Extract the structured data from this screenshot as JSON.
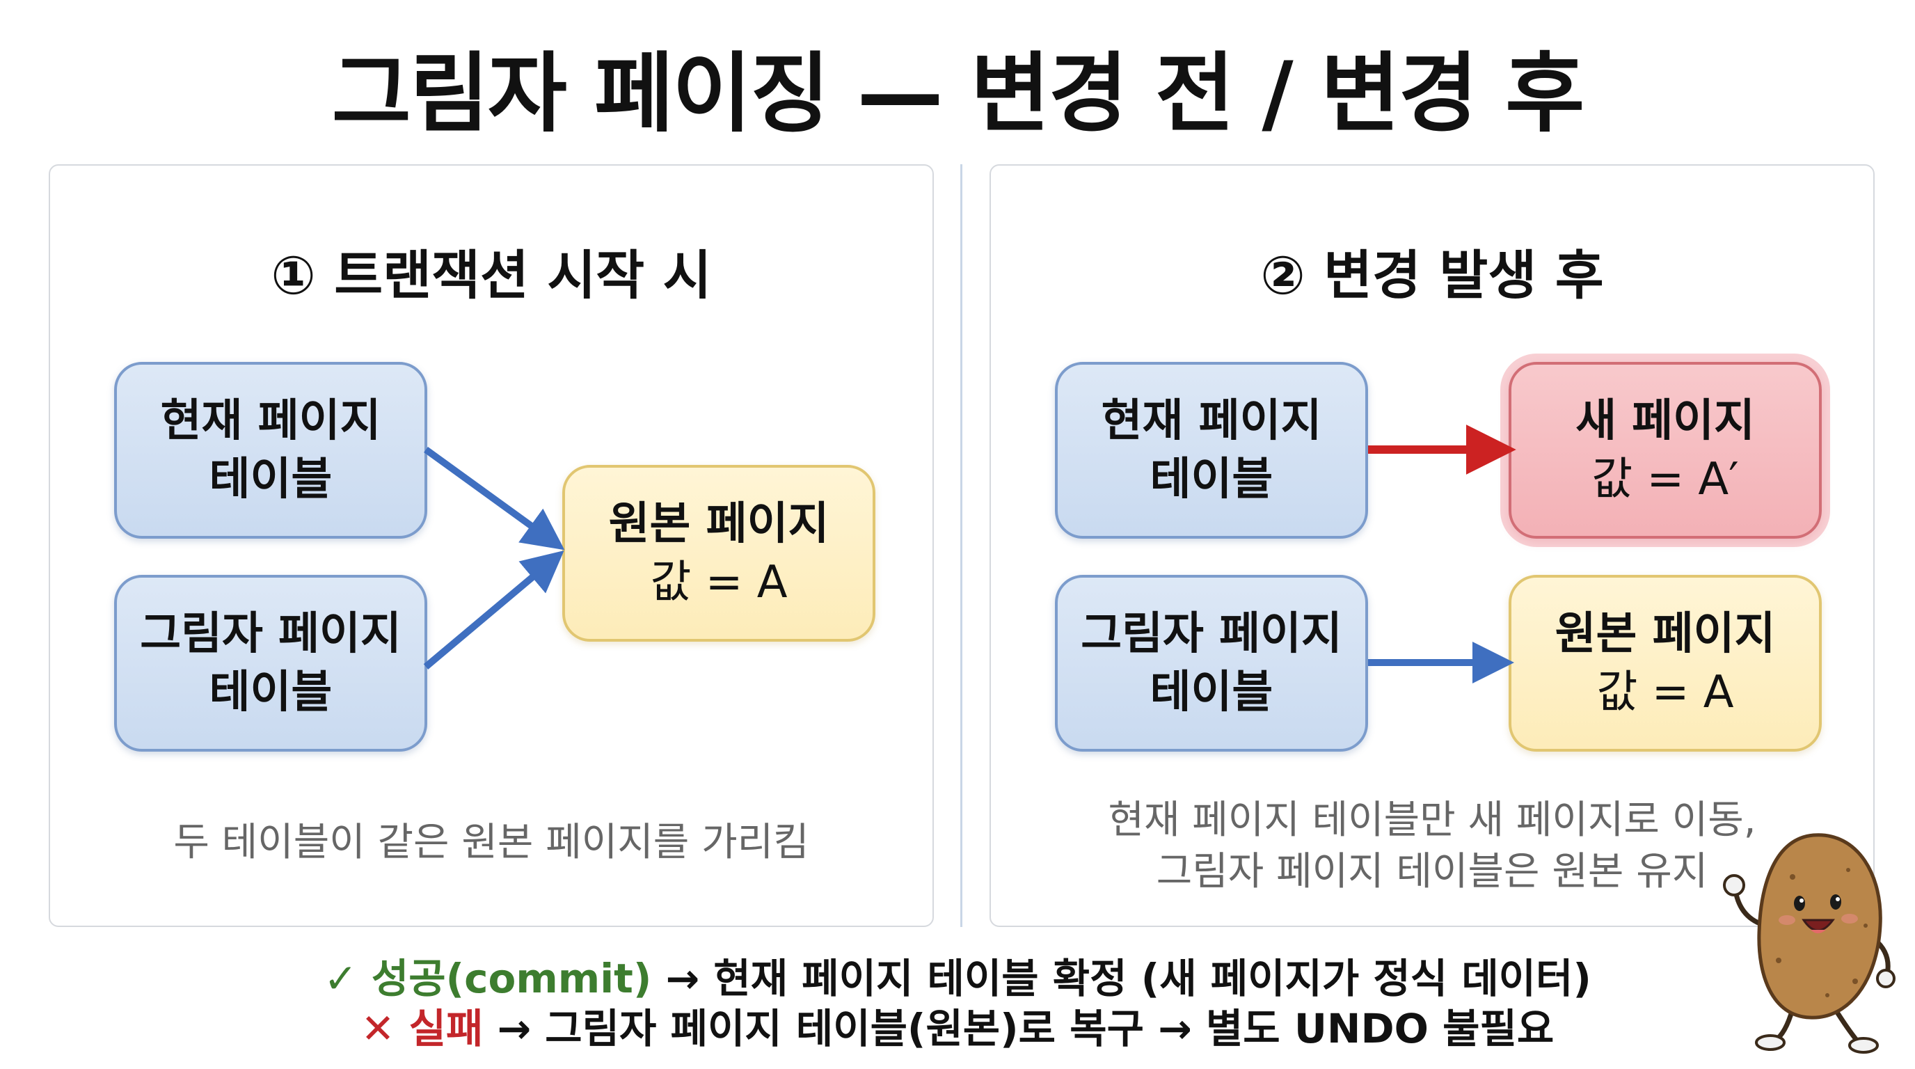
{
  "title": "그림자 페이징 — 변경 전 / 변경 후",
  "left_panel": {
    "heading": "① 트랜잭션 시작 시",
    "current_table": [
      "현재 페이지",
      "테이블"
    ],
    "shadow_table": [
      "그림자 페이지",
      "테이블"
    ],
    "original_page": {
      "label": "원본 페이지",
      "value": "값 = A"
    },
    "caption": "두 테이블이 같은 원본 페이지를 가리킴"
  },
  "right_panel": {
    "heading": "② 변경 발생 후",
    "current_table": [
      "현재 페이지",
      "테이블"
    ],
    "shadow_table": [
      "그림자 페이지",
      "테이블"
    ],
    "new_page": {
      "label": "새 페이지",
      "value": "값 = A′"
    },
    "original_page": {
      "label": "원본 페이지",
      "value": "값 = A"
    },
    "caption": [
      "현재 페이지 테이블만 새 페이지로 이동,",
      "그림자 페이지 테이블은 원본 유지"
    ]
  },
  "footer": {
    "success_mark": "✓",
    "success_label": "성공(commit)",
    "success_text": " → 현재 페이지 테이블 확정 (새 페이지가 정식 데이터)",
    "fail_mark": "✕",
    "fail_label": "실패",
    "fail_text": " → 그림자 페이지 테이블(원본)로 복구 → 별도 UNDO 불필요"
  },
  "colors": {
    "blue_arrow": "#3f6fc0",
    "red_arrow": "#cc2222",
    "success": "#3d7d2f",
    "fail": "#c3262a"
  },
  "icons": [
    "potato-mascot-icon"
  ]
}
